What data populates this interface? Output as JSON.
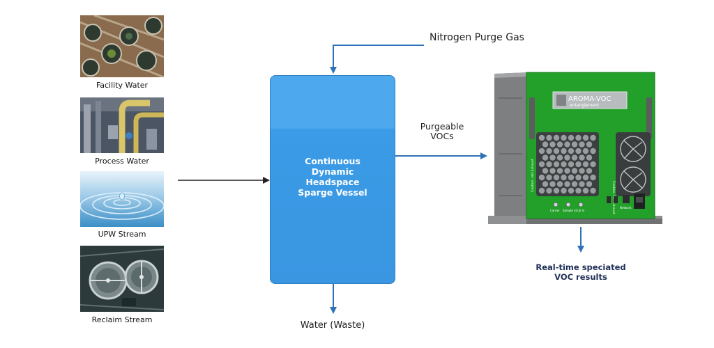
{
  "sources": [
    {
      "label": "Facility Water",
      "image": "aerial view of water treatment basins"
    },
    {
      "label": "Process Water",
      "image": "industrial pipes and valves"
    },
    {
      "label": "UPW Stream",
      "image": "water droplet splash"
    },
    {
      "label": "Reclaim Stream",
      "image": "clarifier tanks aerial"
    }
  ],
  "vessel": {
    "label": "Continuous\nDynamic\nHeadspace\nSparge Vessel"
  },
  "labels": {
    "nitrogen": "Nitrogen Purge Gas",
    "purgeable": "Purgeable\nVOCs",
    "waste": "Water (Waste)",
    "result": "Real-time speciated\nVOC results"
  },
  "instrument": {
    "logo_main": "AROMA-VOC",
    "logo_sub": "entanglement",
    "panel_label_left": "Caution: Hot Exhaust",
    "panel_label_right": "Caution: Hot Exhaust",
    "ports": [
      "Carrier",
      "Sample In",
      "Cal In"
    ],
    "network": "Network"
  },
  "colors": {
    "arrow_blue": "#2f72b6",
    "arrow_dark": "#222222",
    "vessel_blue": "#3b9be6",
    "instrument_green": "#22a02a"
  }
}
